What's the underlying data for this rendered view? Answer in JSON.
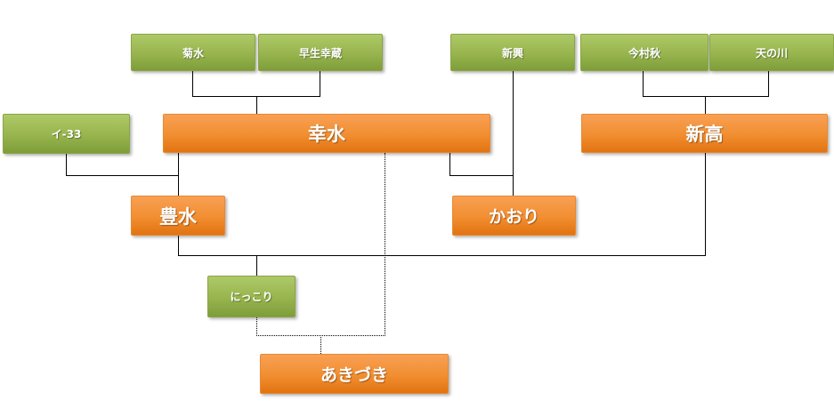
{
  "diagram": {
    "type": "pedigree-flowchart",
    "background": "#ffffff",
    "colors": {
      "green_box": "#9bbb59",
      "orange_box": "#f79646",
      "line": "#000000",
      "text": "#ffffff"
    },
    "nodes": {
      "kikusui": {
        "label": "菊水",
        "variant": "green",
        "size": "small"
      },
      "wasekozo": {
        "label": "早生幸蔵",
        "variant": "green",
        "size": "small"
      },
      "shinko": {
        "label": "新興",
        "variant": "green",
        "size": "small"
      },
      "imamuraaki": {
        "label": "今村秋",
        "variant": "green",
        "size": "small"
      },
      "amanogawa": {
        "label": "天の川",
        "variant": "green",
        "size": "small"
      },
      "i33": {
        "label": "イ-33",
        "variant": "green",
        "size": "small"
      },
      "kosui": {
        "label": "幸水",
        "variant": "orange",
        "size": "large"
      },
      "niitaka": {
        "label": "新高",
        "variant": "orange",
        "size": "large"
      },
      "hosui": {
        "label": "豊水",
        "variant": "orange",
        "size": "large"
      },
      "kaori": {
        "label": "かおり",
        "variant": "orange",
        "size": "medium"
      },
      "nikkori": {
        "label": "にっこり",
        "variant": "green",
        "size": "small"
      },
      "akizuki": {
        "label": "あきづき",
        "variant": "orange",
        "size": "medium"
      }
    },
    "edges": [
      {
        "parents": [
          "菊水",
          "早生幸蔵"
        ],
        "child": "幸水",
        "style": "solid"
      },
      {
        "parents": [
          "今村秋",
          "天の川"
        ],
        "child": "新高",
        "style": "solid"
      },
      {
        "parents": [
          "幸水",
          "新興"
        ],
        "child": "かおり",
        "style": "solid"
      },
      {
        "parents": [
          "イ-33",
          "幸水"
        ],
        "child": "豊水",
        "style": "solid"
      },
      {
        "parents": [
          "豊水",
          "新高"
        ],
        "child": "にっこり",
        "style": "solid"
      },
      {
        "parents": [
          "にっこり",
          "幸水"
        ],
        "child": "あきづき",
        "style": "dotted"
      }
    ]
  }
}
